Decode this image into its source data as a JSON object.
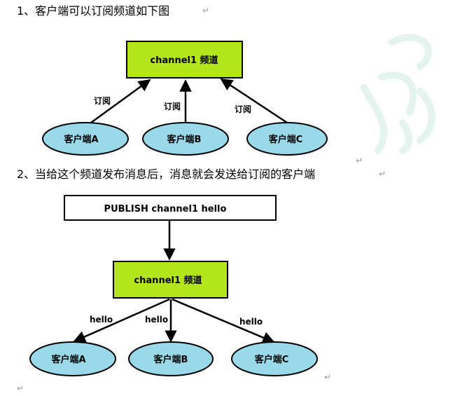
{
  "doc": {
    "heading1": "1、客户端可以订阅频道如下图",
    "heading2": "2、当给这个频道发布消息后，消息就会发送给订阅的客户端",
    "para_mark": "↵"
  },
  "diagram1": {
    "channel": "channel1 频道",
    "clients": [
      "客户端A",
      "客户端B",
      "客户端C"
    ],
    "edge_labels": [
      "订阅",
      "订阅",
      "订阅"
    ]
  },
  "diagram2": {
    "command": "PUBLISH channel1 hello",
    "channel": "channel1 频道",
    "clients": [
      "客户端A",
      "客户端B",
      "客户端C"
    ],
    "edge_labels": [
      "hello",
      "hello",
      "hello"
    ]
  },
  "colors": {
    "channel_fill": "#b4e61d",
    "client_fill": "#99d9ea",
    "stroke": "#000000",
    "watermark": "#e6f4ef"
  }
}
